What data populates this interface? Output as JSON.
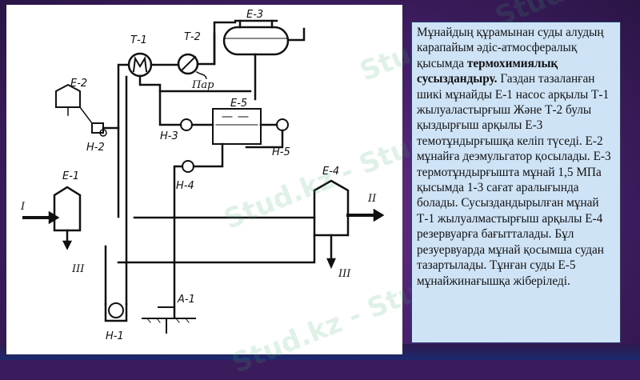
{
  "watermark": "Stud.kz - Stud.kz",
  "diagram": {
    "labels": {
      "t1": "Т-1",
      "t2": "Т-2",
      "e3": "Е-3",
      "e2": "Е-2",
      "h2": "Н-2",
      "par": "Пар",
      "e5": "Е-5",
      "h3": "Н-3",
      "h5": "Н-5",
      "h4": "Н-4",
      "e1": "Е-1",
      "e4": "Е-4",
      "in_stream": "I",
      "out_stream": "II",
      "water_out_left": "III",
      "water_out_right": "III",
      "a1": "А-1",
      "h1": "Н-1"
    }
  },
  "text": {
    "intro": "Мұнайдың құрамынан суды алудың карапайым әдіс-атмосфералық қысымда",
    "bold": "термохимиялық сусыздандыру.",
    "body": "Газдан тазаланған шикі мұнайды Е-1 насос арқылы Т-1 жылуаластырғыш Және Т-2 булы қыздырғыш арқылы Е-3 темотұндырғышқа келіп түседі. Е-2 мұнайға деэмульгатор қосылады. Е-3 термотұндырғышта мұнай 1,5 МПа қысымда 1-3 сағат аралығында болады. Сусыздандырылған мұнай Т-1 жылуалмастырғыш арқылы Е-4 резервуарға бағытталады. Бұл резуервуарда мұнай қосымша судан тазартылады. Тұнған суды Е-5 мұнайжинағышқа жіберіледі."
  }
}
